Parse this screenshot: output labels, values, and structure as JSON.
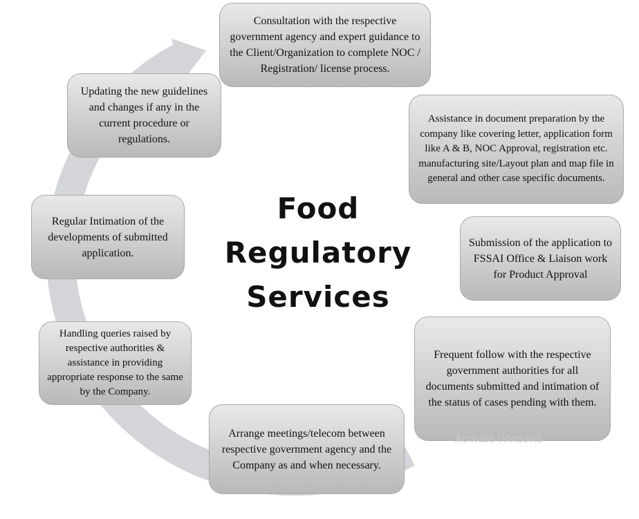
{
  "title_lines": [
    "Food",
    "Regulatory",
    "Services"
  ],
  "steps": [
    "Consultation with the respective government agency and expert guidance to the Client/Organization to complete NOC / Registration/ license process.",
    "Assistance in document preparation by the company like covering letter, application form like A & B, NOC Approval, registration etc. manufacturing site/Layout plan and map file in general and other case specific documents.",
    "Submission of the application to FSSAI Office & Liaison work for Product Approval",
    "Frequent follow with the respective government authorities for all documents submitted and intimation of the status of cases pending with them.",
    "Arrange meetings/telecom between respective government agency and the Company as and when necessary.",
    "Handling queries raised by respective authorities & assistance in providing appropriate response to the same by the Company.",
    "Regular Intimation of the developments of submitted application.",
    "Updating the new guidelines and changes if any in the current procedure or regulations."
  ],
  "watermark": "Activate Windows",
  "colors": {
    "ring": "#d4d5d9",
    "box_top": "#e9e9e9",
    "box_bottom": "#b9b9b9",
    "text": "#111111"
  }
}
